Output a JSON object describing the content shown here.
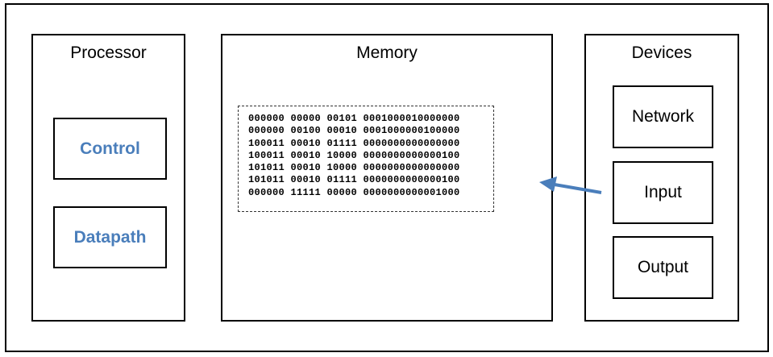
{
  "processor": {
    "title": "Processor",
    "components": [
      "Control",
      "Datapath"
    ]
  },
  "memory": {
    "title": "Memory",
    "binary_lines": [
      "000000 00000 00101 0001000010000000",
      "000000 00100 00010 0001000000100000",
      "100011 00010 01111 0000000000000000",
      "100011 00010 10000 0000000000000100",
      "101011 00010 10000 0000000000000000",
      "101011 00010 01111 0000000000000100",
      "000000 11111 00000 0000000000001000"
    ]
  },
  "devices": {
    "title": "Devices",
    "items": [
      "Network",
      "Input",
      "Output"
    ]
  },
  "colors": {
    "accent_blue": "#4a7ebb",
    "arrow": "#4a7ebb",
    "border": "#000000"
  }
}
